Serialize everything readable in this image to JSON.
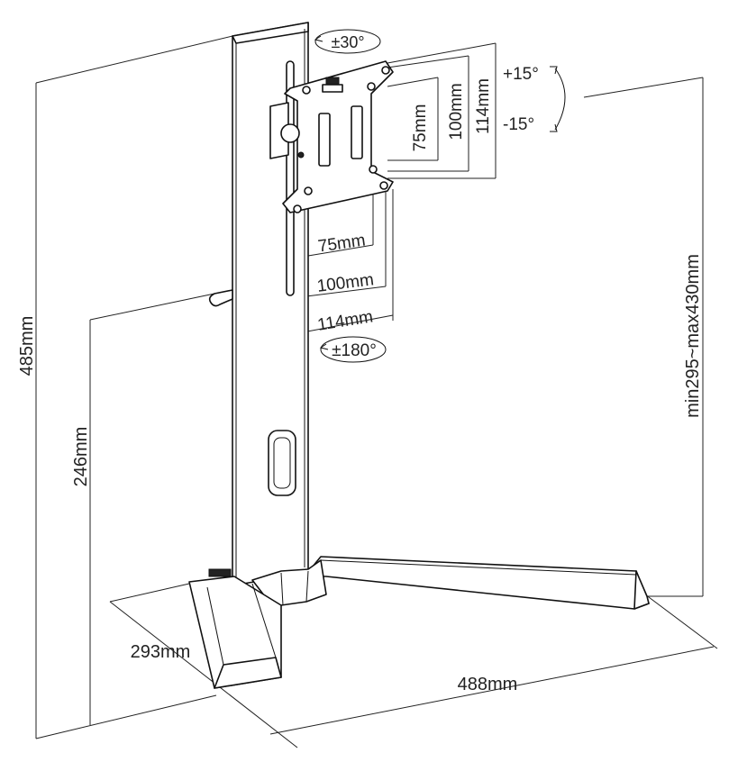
{
  "labels": {
    "total_height": "485mm",
    "base_height": "246mm",
    "adjust_range": "min295~max430mm",
    "swivel": "±30°",
    "rotation": "±180°",
    "tilt_up": "+15°",
    "tilt_down": "-15°",
    "vesa_h_75": "75mm",
    "vesa_h_100": "100mm",
    "vesa_h_114": "114mm",
    "vesa_v_75": "75mm",
    "vesa_v_100": "100mm",
    "vesa_v_114": "114mm",
    "base_depth": "293mm",
    "base_width": "488mm"
  },
  "colors": {
    "line": "#111111",
    "text": "#222222",
    "fill": "#ffffff"
  }
}
